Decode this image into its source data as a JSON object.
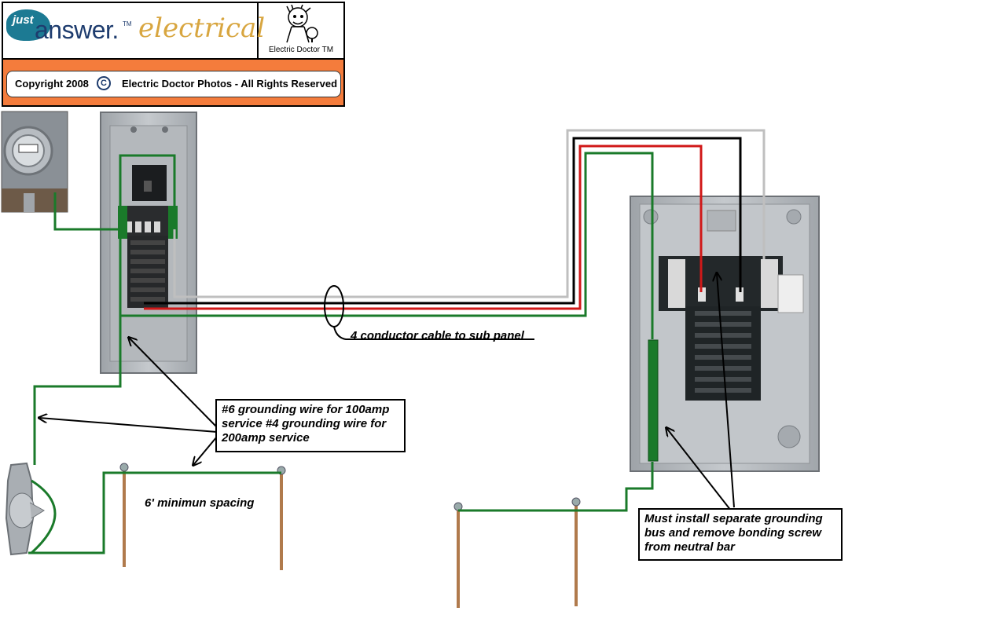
{
  "header": {
    "logo_just": "just",
    "logo_answer": "answer.",
    "logo_tm": "TM",
    "logo_electrical": "electrical",
    "doctor_label": "Electric Doctor TM",
    "copyright_left": "Copyright 2008",
    "copyright_symbol": "C",
    "copyright_right": "Electric Doctor Photos - All Rights Reserved"
  },
  "labels": {
    "cable": "4 conductor cable to sub panel",
    "grounding_wire": "#6 grounding wire for 100amp service  #4 grounding wire for 200amp service",
    "spacing": "6' minimun spacing",
    "separate_bus": "Must install separate grounding bus and remove bonding screw from neutral bar"
  },
  "colors": {
    "ground_wire": "#1a7a2a",
    "hot_red": "#d01818",
    "hot_black": "#000000",
    "neutral_white": "#bfbfbf",
    "panel_gray": "#a9adb1",
    "header_orange": "#f47c3c",
    "rod_copper": "#b07a4c"
  }
}
